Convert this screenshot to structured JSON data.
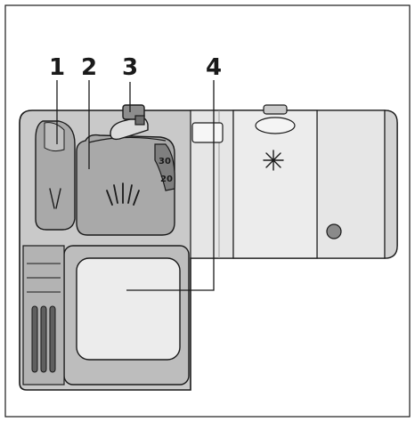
{
  "callouts": {
    "c1": "1",
    "c2": "2",
    "c3": "3",
    "c4": "4"
  },
  "rinse_scale": {
    "upper": "30",
    "lower": "20"
  },
  "colors": {
    "housing": "#c9c9c9",
    "housing_dark": "#9a9a9a",
    "compartment": "#a9a9a9",
    "outline": "#1a1a1a",
    "panel": "#e6e6e6"
  }
}
